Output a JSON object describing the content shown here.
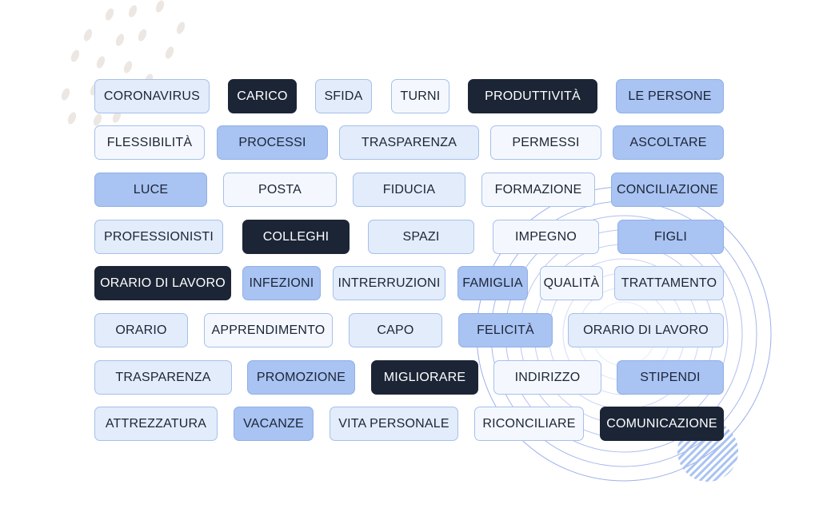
{
  "colors": {
    "dark": "#1c2536",
    "medium": "#a9c3f2",
    "light": "#e2ecfb",
    "very_light": "#f4f8fe",
    "border": "#a6c0ea",
    "dot_pattern": "#ede7e3",
    "ring_pattern": "#7c93e6"
  },
  "tags": [
    {
      "label": "CORONAVIRUS",
      "style": "light"
    },
    {
      "label": "CARICO",
      "style": "dark"
    },
    {
      "label": "SFIDA",
      "style": "light"
    },
    {
      "label": "TURNI",
      "style": "very-light"
    },
    {
      "label": "PRODUTTIVITÀ",
      "style": "dark"
    },
    {
      "label": "LE PERSONE",
      "style": "medium"
    },
    {
      "label": "FLESSIBILITÀ",
      "style": "very-light"
    },
    {
      "label": "PROCESSI",
      "style": "medium"
    },
    {
      "label": "TRASPARENZA",
      "style": "light"
    },
    {
      "label": "PERMESSI",
      "style": "very-light"
    },
    {
      "label": "ASCOLTARE",
      "style": "medium"
    },
    {
      "label": "LUCE",
      "style": "medium"
    },
    {
      "label": "POSTA",
      "style": "very-light"
    },
    {
      "label": "FIDUCIA",
      "style": "light"
    },
    {
      "label": "FORMAZIONE",
      "style": "very-light"
    },
    {
      "label": "CONCILIAZIONE",
      "style": "medium"
    },
    {
      "label": "PROFESSIONISTI",
      "style": "light"
    },
    {
      "label": "COLLEGHI",
      "style": "dark"
    },
    {
      "label": "SPAZI",
      "style": "light"
    },
    {
      "label": "IMPEGNO",
      "style": "very-light"
    },
    {
      "label": "FIGLI",
      "style": "medium"
    },
    {
      "label": "ORARIO DI LAVORO",
      "style": "dark"
    },
    {
      "label": "INFEZIONI",
      "style": "medium"
    },
    {
      "label": "INTRERRUZIONI",
      "style": "light"
    },
    {
      "label": "FAMIGLIA",
      "style": "medium"
    },
    {
      "label": "QUALITÀ",
      "style": "very-light"
    },
    {
      "label": "TRATTAMENTO",
      "style": "light"
    },
    {
      "label": "ORARIO",
      "style": "light"
    },
    {
      "label": "APPRENDIMENTO",
      "style": "very-light"
    },
    {
      "label": "CAPO",
      "style": "light"
    },
    {
      "label": "FELICITÀ",
      "style": "medium"
    },
    {
      "label": "ORARIO DI LAVORO",
      "style": "light"
    },
    {
      "label": "TRASPARENZA",
      "style": "light"
    },
    {
      "label": "PROMOZIONE",
      "style": "medium"
    },
    {
      "label": "MIGLIORARE",
      "style": "dark"
    },
    {
      "label": "INDIRIZZO",
      "style": "very-light"
    },
    {
      "label": "STIPENDI",
      "style": "medium"
    },
    {
      "label": "ATTREZZATURA",
      "style": "light"
    },
    {
      "label": "VACANZE",
      "style": "medium"
    },
    {
      "label": "VITA PERSONALE",
      "style": "light"
    },
    {
      "label": "RICONCILIARE",
      "style": "very-light"
    },
    {
      "label": "COMUNICAZIONE",
      "style": "dark"
    }
  ]
}
